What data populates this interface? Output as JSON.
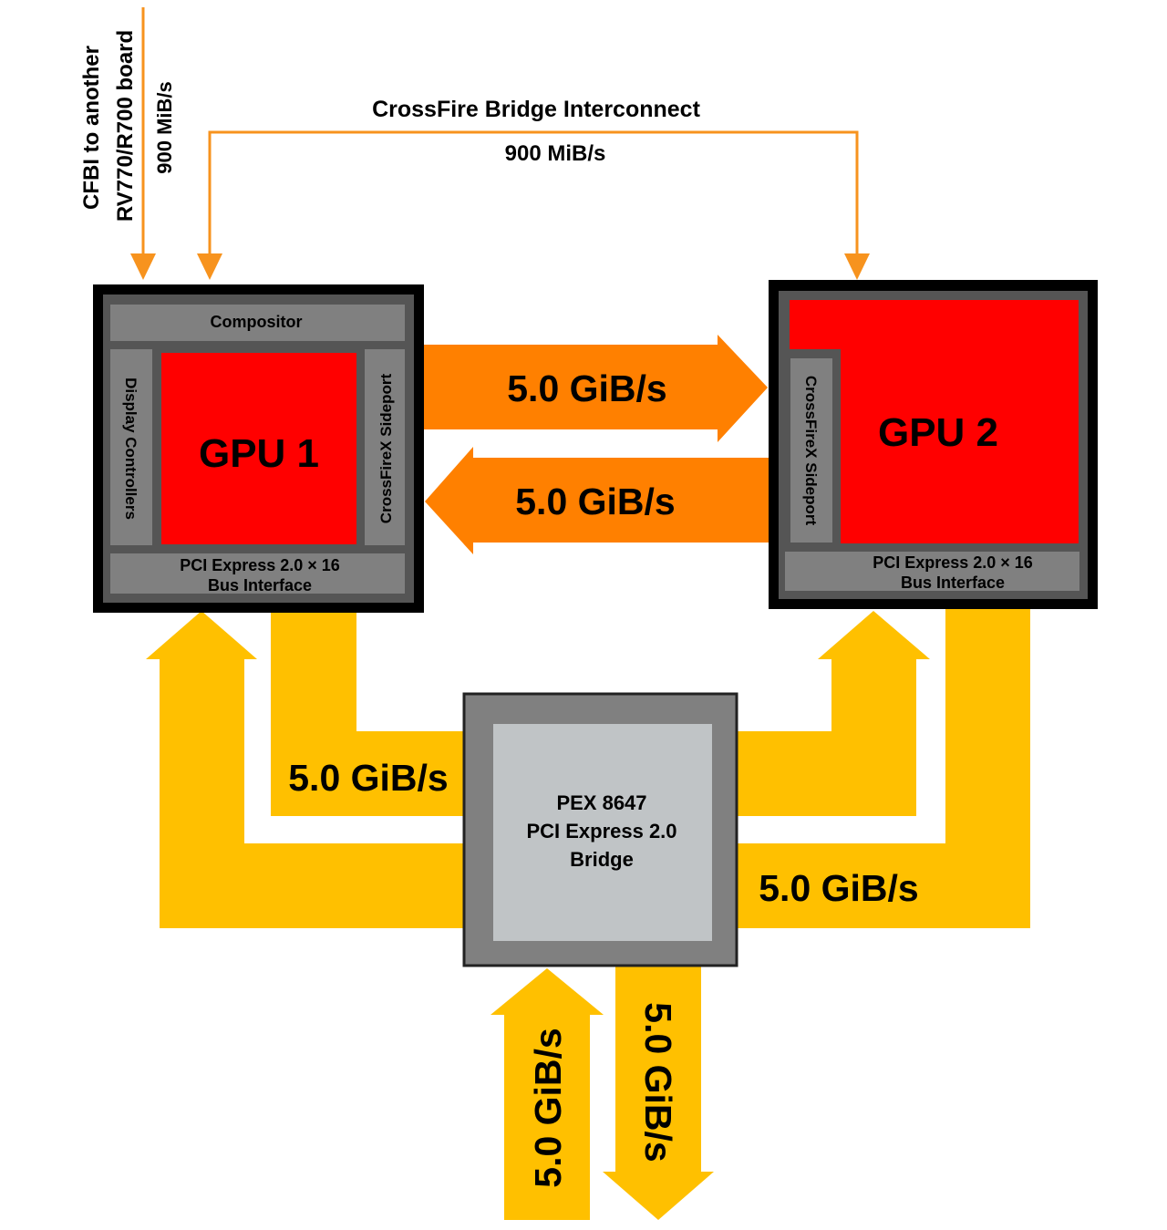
{
  "colors": {
    "orange": "#ff8000",
    "orange_line": "#f7931e",
    "yellow": "#ffc000",
    "chip_border": "#000000",
    "chip_frame": "#555555",
    "block_gray": "#808080",
    "gpu_red": "#ff0000",
    "bridge_outer": "#808080",
    "bridge_inner": "#c0c4c6"
  },
  "external_link": {
    "line1": "CFBI to another",
    "line2": "RV770/R700 board",
    "bandwidth": "900 MiB/s"
  },
  "crossfire_bridge": {
    "title": "CrossFire Bridge Interconnect",
    "bandwidth": "900 MiB/s"
  },
  "gpu1": {
    "label": "GPU 1",
    "compositor": "Compositor",
    "display_controllers": "Display Controllers",
    "sideport": "CrossFireX Sideport",
    "bus_line1": "PCI Express 2.0 × 16",
    "bus_line2": "Bus Interface"
  },
  "gpu2": {
    "label": "GPU 2",
    "sideport": "CrossFireX Sideport",
    "bus_line1": "PCI Express 2.0 × 16",
    "bus_line2": "Bus Interface"
  },
  "sideport_links": {
    "to_gpu2": "5.0 GiB/s",
    "to_gpu1": "5.0 GiB/s"
  },
  "pcie_links": {
    "gpu1_to_bridge": "5.0 GiB/s",
    "gpu2_to_bridge": "5.0 GiB/s",
    "host_up": "5.0 GiB/s",
    "host_down": "5.0 GiB/s"
  },
  "bridge": {
    "line1": "PEX 8647",
    "line2": "PCI Express 2.0",
    "line3": "Bridge"
  }
}
